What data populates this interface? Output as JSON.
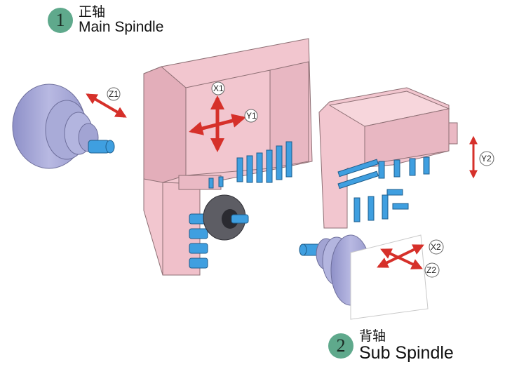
{
  "callouts": {
    "main": {
      "number": "1",
      "cn": "正轴",
      "en": "Main Spindle"
    },
    "sub": {
      "number": "2",
      "cn": "背轴",
      "en": "Sub Spindle"
    }
  },
  "axes": {
    "z1": "Z1",
    "x1": "X1",
    "y1": "Y1",
    "y2": "Y2",
    "x2": "X2",
    "z2": "Z2"
  },
  "colors": {
    "body": "#f2c6cf",
    "body_shade": "#e3aeba",
    "edge": "#8d6f74",
    "tool_blue": "#3f9fe0",
    "spindle": "#a7a9d6",
    "arrow": "#d6302a",
    "badge": "#5fa98c"
  }
}
